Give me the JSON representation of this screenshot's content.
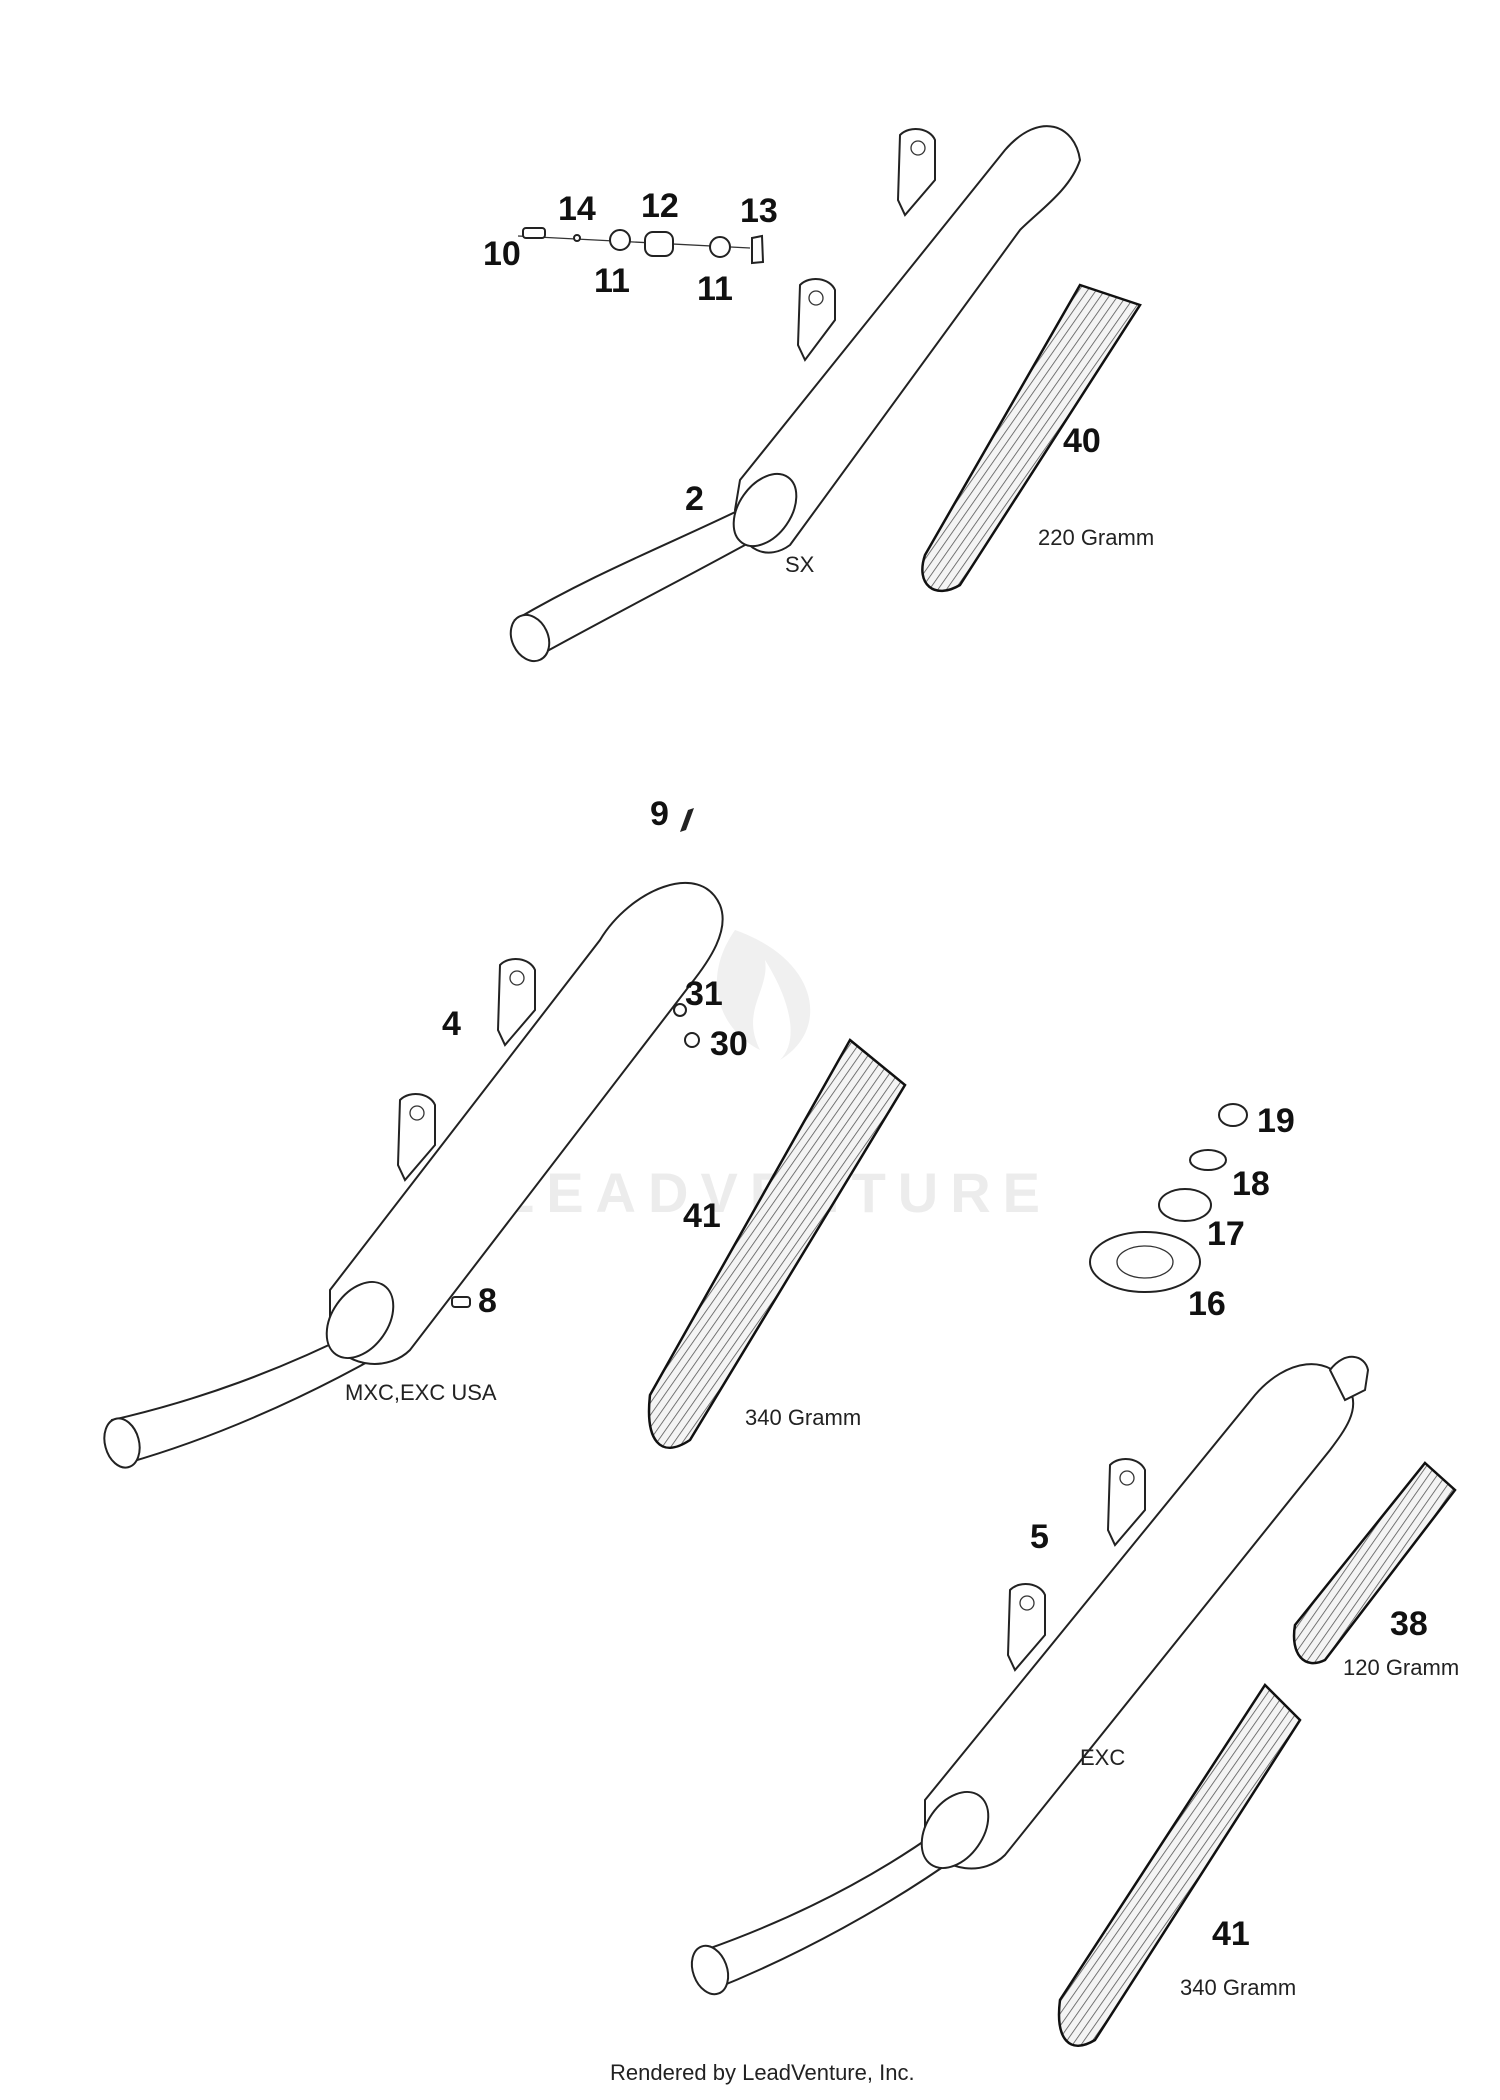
{
  "diagram": {
    "callouts": {
      "c2": "2",
      "c4": "4",
      "c5": "5",
      "c8": "8",
      "c9": "9",
      "c10": "10",
      "c11a": "11",
      "c11b": "11",
      "c12": "12",
      "c13": "13",
      "c14": "14",
      "c16": "16",
      "c17": "17",
      "c18": "18",
      "c19": "19",
      "c30": "30",
      "c31": "31",
      "c38": "38",
      "c40": "40",
      "c41a": "41",
      "c41b": "41"
    },
    "notes": {
      "sx": "SX",
      "mxc": "MXC,EXC USA",
      "exc": "EXC",
      "g220": "220 Gramm",
      "g340a": "340 Gramm",
      "g120": "120 Gramm",
      "g340b": "340 Gramm"
    },
    "watermark": "LEADVENTURE",
    "footer": "Rendered by LeadVenture, Inc."
  }
}
